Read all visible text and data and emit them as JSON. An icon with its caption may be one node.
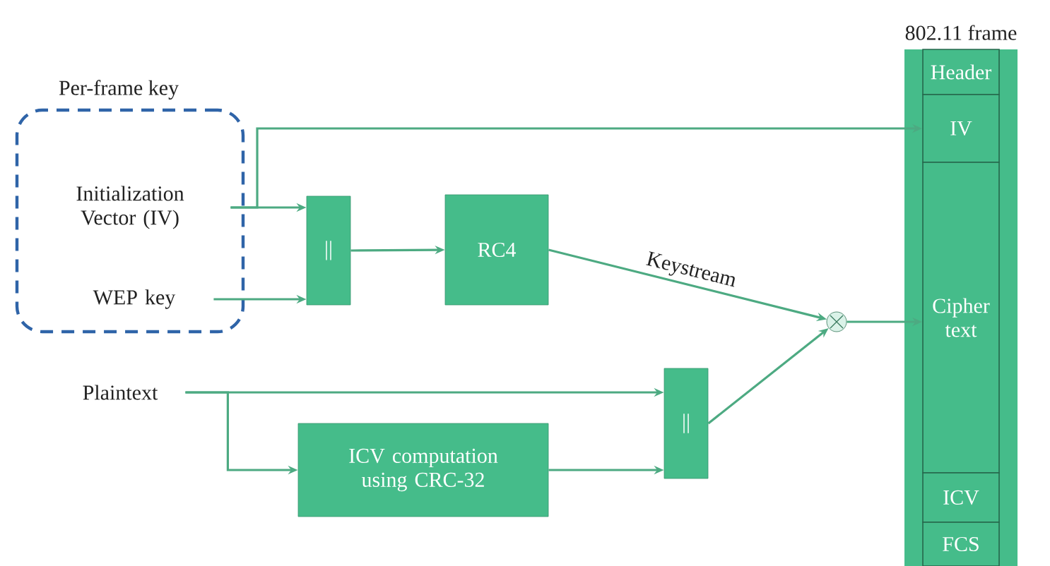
{
  "diagram": {
    "nodes": [
      {
        "text": [
          "Per-frame key"
        ]
      },
      {
        "text": [
          "Initialization Vector (IV)"
        ],
        "in": 0
      },
      {
        "text": [
          "WEP key"
        ],
        "in": 0
      },
      {
        "text": [
          "||"
        ]
      },
      {
        "text": [
          "RC4"
        ]
      },
      {
        "text": [],
        "shape": "circle"
      },
      {
        "text": [
          "Plaintext"
        ]
      },
      {
        "text": [
          "ICV computation using CRC-32"
        ]
      },
      {
        "text": [
          "||"
        ]
      },
      {
        "text": [
          "802.11 frame"
        ]
      },
      {
        "text": [
          "Header"
        ],
        "in": 9
      },
      {
        "text": [
          "IV"
        ],
        "in": 9
      },
      {
        "text": [
          "Cipher text"
        ],
        "in": 9
      },
      {
        "text": [
          "ICV"
        ],
        "in": 9
      },
      {
        "text": [
          "FCS"
        ],
        "in": 9
      }
    ],
    "edges": [
      {
        "from": 1,
        "to": 11,
        "arrow": "to"
      },
      {
        "from": 1,
        "to": 3,
        "arrow": "to"
      },
      {
        "from": 2,
        "to": 3,
        "arrow": "to"
      },
      {
        "from": 3,
        "to": 4,
        "arrow": "to"
      },
      {
        "from": 4,
        "to": 5,
        "arrow": "to",
        "label": "Keystream"
      },
      {
        "from": 6,
        "to": 8,
        "arrow": "to"
      },
      {
        "from": 6,
        "to": 7,
        "arrow": "to"
      },
      {
        "from": 7,
        "to": 8,
        "arrow": "to"
      },
      {
        "from": 8,
        "to": 5,
        "arrow": "to"
      },
      {
        "from": 5,
        "to": 12,
        "arrow": "to"
      }
    ]
  }
}
